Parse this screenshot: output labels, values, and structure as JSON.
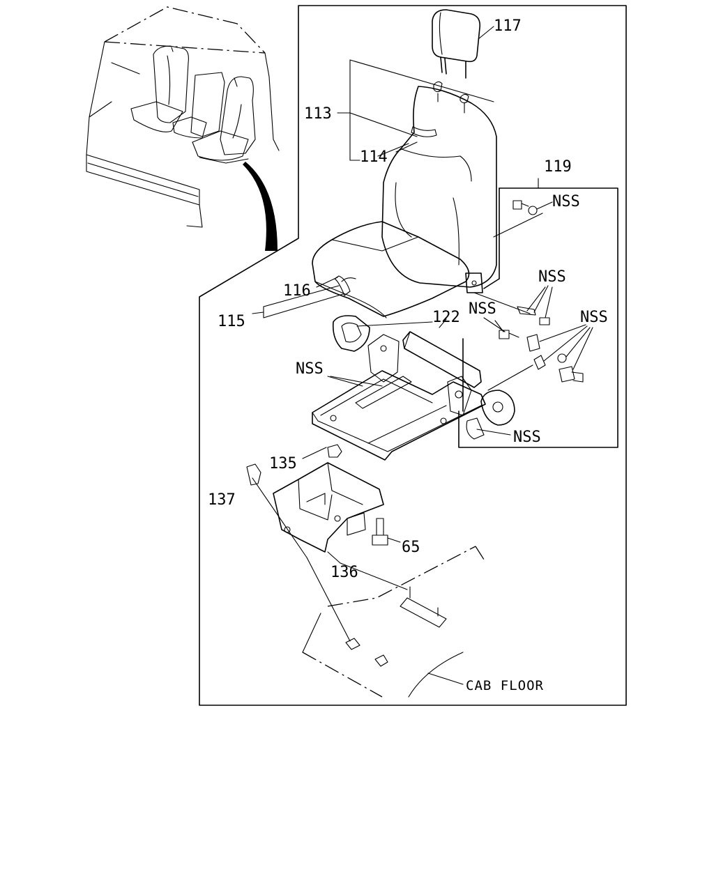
{
  "callouts": {
    "c117": "117",
    "c113": "113",
    "c114": "114",
    "c119": "119",
    "c116": "116",
    "c115": "115",
    "c122": "122",
    "nss_a": "NSS",
    "nss_b": "NSS",
    "nss_c": "NSS",
    "nss_d": "NSS",
    "nss_e": "NSS",
    "nss_f": "NSS",
    "c135": "135",
    "c137": "137",
    "c65": "65",
    "c136": "136"
  },
  "floor_label": "CAB FLOOR"
}
